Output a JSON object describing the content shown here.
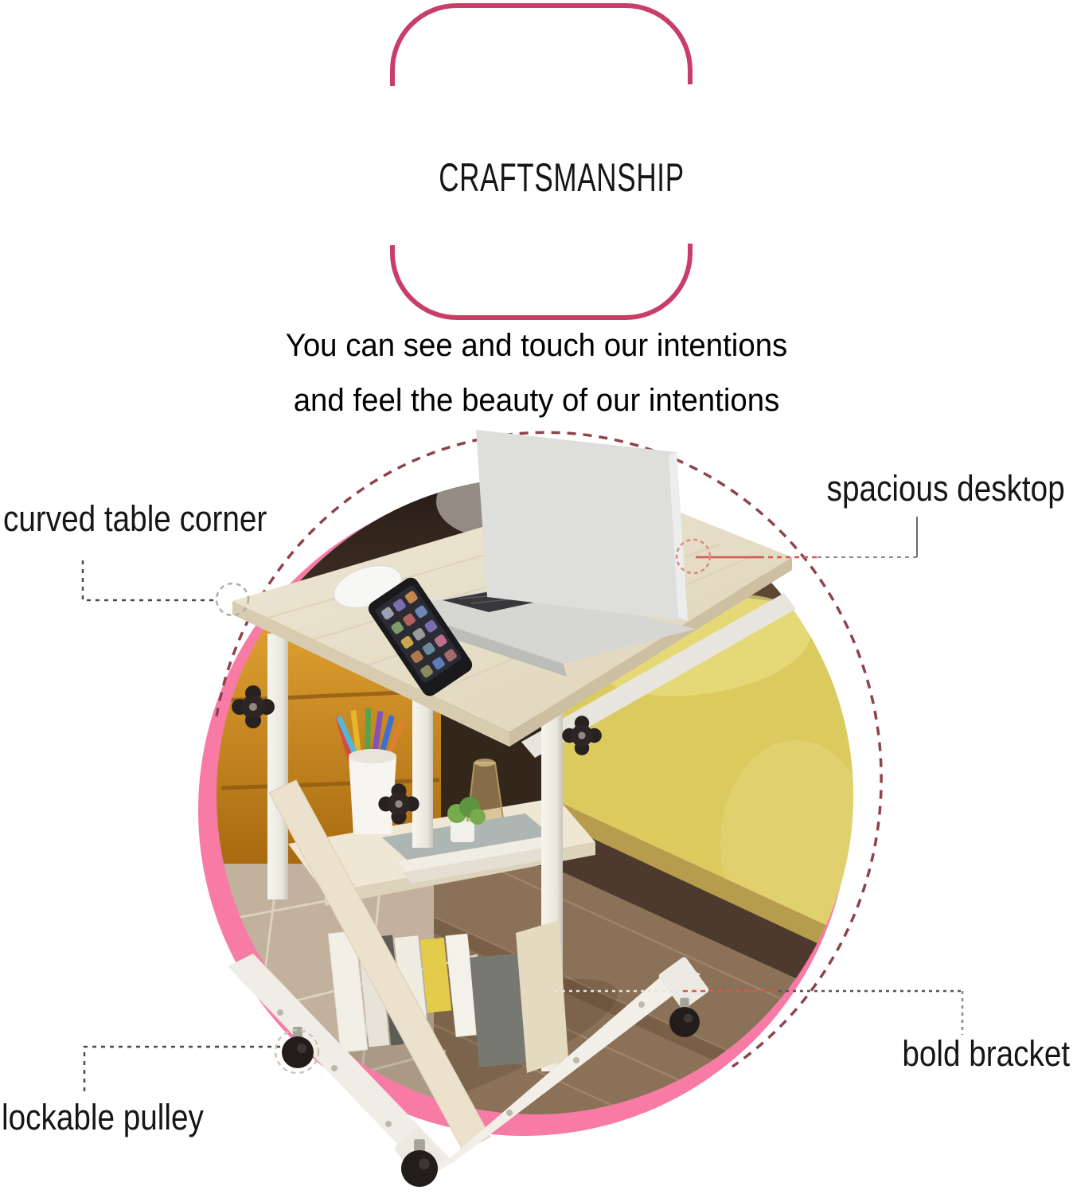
{
  "badge": {
    "title": "CRAFTSMANSHIP"
  },
  "tagline": {
    "line1": "You can see and touch our intentions",
    "line2": "and feel the beauty of our intentions"
  },
  "callouts": {
    "curved_table_corner": {
      "label": "curved table corner"
    },
    "spacious_desktop": {
      "label": "spacious desktop"
    },
    "lockable_pulley": {
      "label": "lockable pulley"
    },
    "bold_bracket": {
      "label": "bold bracket"
    }
  },
  "colors": {
    "badge_border": "#c83e69",
    "ring": "#f87ba6",
    "arc": "#8e434c",
    "text": "#161616",
    "callout_red": "#cf5a54",
    "callout_gray": "#777777",
    "desk_wood": "#e9e0cb",
    "bed_yellow": "#dbcb5e",
    "cabinet_orange": "#cd8a1f"
  }
}
